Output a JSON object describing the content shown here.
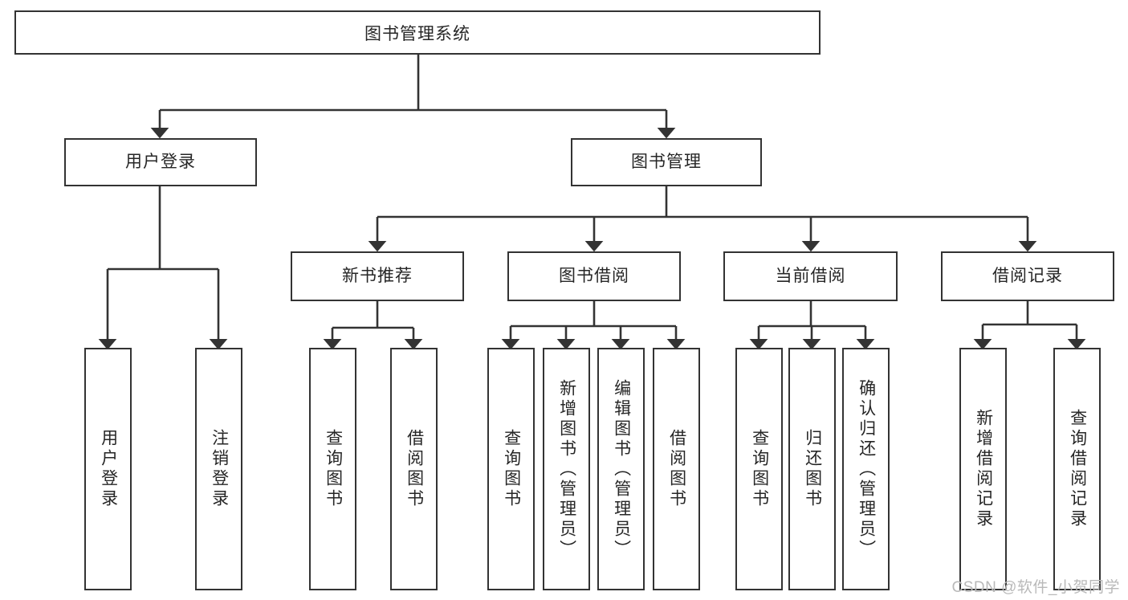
{
  "diagram": {
    "title": "图书管理系统",
    "type": "功能结构图",
    "colors": {
      "box_border": "#333333",
      "box_fill": "#ffffff",
      "edge": "#333333",
      "text": "#262626",
      "watermark": "#b9b9b9"
    },
    "nodes": {
      "root": {
        "label": "图书管理系统",
        "level": 1
      },
      "l2": [
        {
          "id": "user_login",
          "label": "用户登录",
          "level": 2
        },
        {
          "id": "book_manage",
          "label": "图书管理",
          "level": 2
        }
      ],
      "l3": [
        {
          "id": "new_book_rec",
          "label": "新书推荐",
          "level": 3,
          "parent": "book_manage"
        },
        {
          "id": "book_borrow",
          "label": "图书借阅",
          "level": 3,
          "parent": "book_manage"
        },
        {
          "id": "current_borrow",
          "label": "当前借阅",
          "level": 3,
          "parent": "book_manage"
        },
        {
          "id": "borrow_record",
          "label": "借阅记录",
          "level": 3,
          "parent": "book_manage"
        }
      ],
      "leaves": [
        {
          "id": "leaf_user_login",
          "label": "用户登录",
          "parent": "user_login"
        },
        {
          "id": "leaf_user_logout",
          "label": "注销登录",
          "parent": "user_login"
        },
        {
          "id": "leaf_nb_query",
          "label": "查询图书",
          "parent": "new_book_rec"
        },
        {
          "id": "leaf_nb_borrow",
          "label": "借阅图书",
          "parent": "new_book_rec"
        },
        {
          "id": "leaf_bb_query",
          "label": "查询图书",
          "parent": "book_borrow"
        },
        {
          "id": "leaf_bb_add",
          "label": "新增图书（管理员）",
          "parent": "book_borrow"
        },
        {
          "id": "leaf_bb_edit",
          "label": "编辑图书（管理员）",
          "parent": "book_borrow"
        },
        {
          "id": "leaf_bb_borrow",
          "label": "借阅图书",
          "parent": "book_borrow"
        },
        {
          "id": "leaf_cb_query",
          "label": "查询图书",
          "parent": "current_borrow"
        },
        {
          "id": "leaf_cb_return",
          "label": "归还图书",
          "parent": "current_borrow"
        },
        {
          "id": "leaf_cb_confirm",
          "label": "确认归还（管理员）",
          "parent": "current_borrow"
        },
        {
          "id": "leaf_br_add",
          "label": "新增借阅记录",
          "parent": "borrow_record"
        },
        {
          "id": "leaf_br_query",
          "label": "查询借阅记录",
          "parent": "borrow_record"
        }
      ]
    },
    "watermark": "CSDN @软件_小贺同学"
  }
}
